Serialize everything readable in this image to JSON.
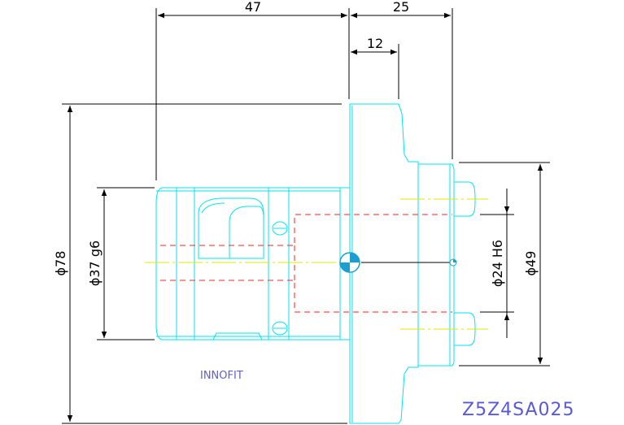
{
  "drawing": {
    "brand_label": "INNOFIT",
    "part_code": "Z5Z4SA025",
    "dimensions": {
      "length_total": "47",
      "length_flange_to_end": "25",
      "length_flange": "12",
      "outer_diameter": "ϕ78",
      "shaft_diameter": "ϕ37 g6",
      "bore_diameter": "ϕ24 H6",
      "pilot_diameter": "ϕ49"
    }
  },
  "colors": {
    "outline": "#00e5ee",
    "hidden": "#ff2020",
    "center": "#e6e600",
    "dimension": "#000000",
    "brand": "#6060d0",
    "code": "#5a5ad8"
  }
}
